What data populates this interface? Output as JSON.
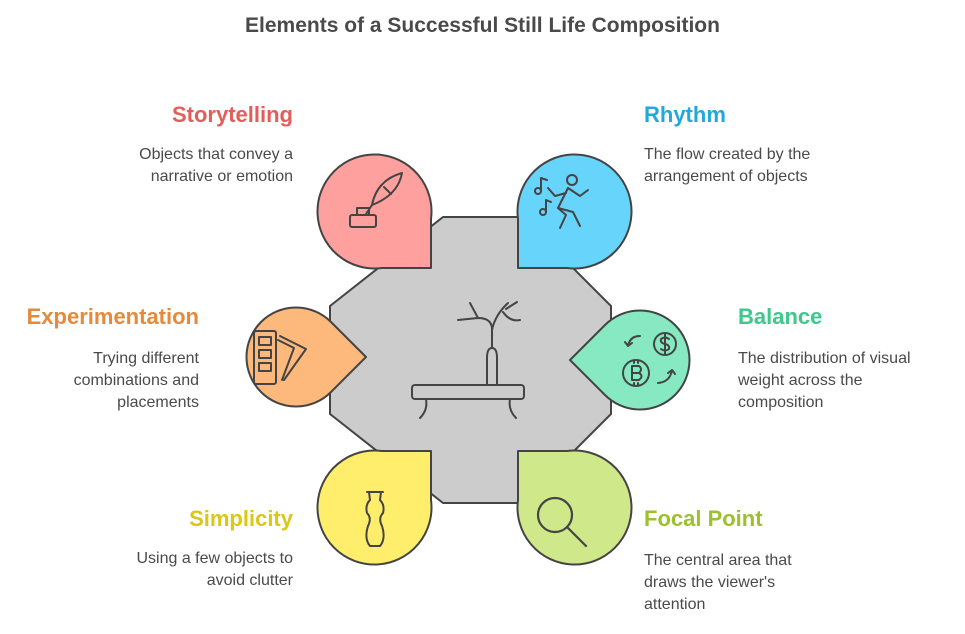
{
  "title": "Elements of a Successful Still Life Composition",
  "colors": {
    "center": "#cccccc",
    "storytelling": "#fea09d",
    "rhythm": "#67d4fc",
    "balance": "#86e9c1",
    "focal_point": "#cfe889",
    "simplicity": "#ffee6b",
    "experimentation": "#fdb97c"
  },
  "center": {
    "icon": "vase-on-table-icon"
  },
  "elements": {
    "storytelling": {
      "title": "Storytelling",
      "description": "Objects that convey a narrative or emotion",
      "icon": "quill-and-inkwell-icon",
      "title_color": "#e55d5a"
    },
    "rhythm": {
      "title": "Rhythm",
      "description": "The flow created by the arrangement of objects",
      "icon": "dancing-person-icon",
      "title_color": "#22a9dc"
    },
    "balance": {
      "title": "Balance",
      "description": "The distribution of visual weight across the composition",
      "icon": "currency-exchange-icon",
      "title_color": "#3ec88c"
    },
    "focal_point": {
      "title": "Focal Point",
      "description": "The central area that draws the viewer's attention",
      "icon": "magnifier-icon",
      "title_color": "#9cc12f"
    },
    "simplicity": {
      "title": "Simplicity",
      "description": "Using a few objects to avoid clutter",
      "icon": "vase-icon",
      "title_color": "#dcc714"
    },
    "experimentation": {
      "title": "Experimentation",
      "description": "Trying different combinations and placements",
      "icon": "color-swatches-icon",
      "title_color": "#e48a3a"
    }
  }
}
